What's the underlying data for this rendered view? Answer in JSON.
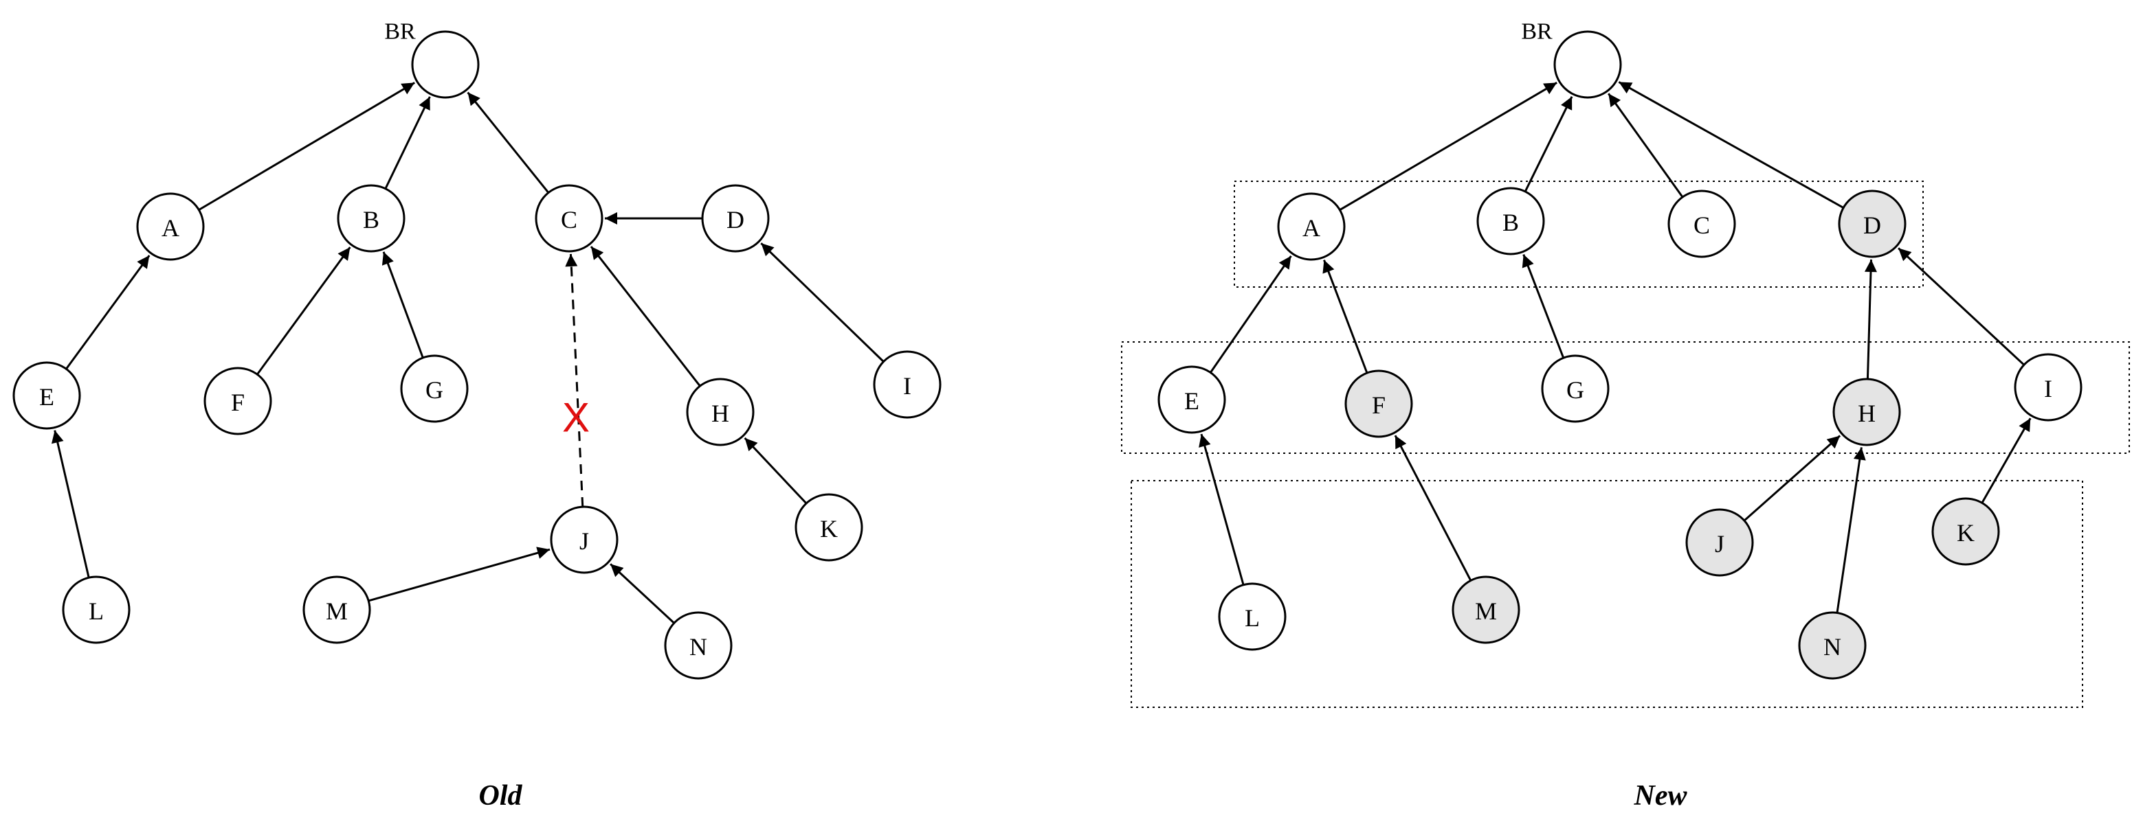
{
  "panels": [
    {
      "id": "old",
      "title": "Old",
      "root_label": "BR",
      "nodes": [
        {
          "id": "BR",
          "label": "",
          "shaded": false
        },
        {
          "id": "A",
          "label": "A",
          "shaded": false
        },
        {
          "id": "B",
          "label": "B",
          "shaded": false
        },
        {
          "id": "C",
          "label": "C",
          "shaded": false
        },
        {
          "id": "D",
          "label": "D",
          "shaded": false
        },
        {
          "id": "E",
          "label": "E",
          "shaded": false
        },
        {
          "id": "F",
          "label": "F",
          "shaded": false
        },
        {
          "id": "G",
          "label": "G",
          "shaded": false
        },
        {
          "id": "H",
          "label": "H",
          "shaded": false
        },
        {
          "id": "I",
          "label": "I",
          "shaded": false
        },
        {
          "id": "J",
          "label": "J",
          "shaded": false
        },
        {
          "id": "K",
          "label": "K",
          "shaded": false
        },
        {
          "id": "L",
          "label": "L",
          "shaded": false
        },
        {
          "id": "M",
          "label": "M",
          "shaded": false
        },
        {
          "id": "N",
          "label": "N",
          "shaded": false
        }
      ],
      "edges": [
        {
          "from": "A",
          "to": "BR",
          "style": "solid"
        },
        {
          "from": "B",
          "to": "BR",
          "style": "solid"
        },
        {
          "from": "C",
          "to": "BR",
          "style": "solid"
        },
        {
          "from": "D",
          "to": "C",
          "style": "solid"
        },
        {
          "from": "E",
          "to": "A",
          "style": "solid"
        },
        {
          "from": "F",
          "to": "B",
          "style": "solid"
        },
        {
          "from": "G",
          "to": "B",
          "style": "solid"
        },
        {
          "from": "H",
          "to": "C",
          "style": "solid"
        },
        {
          "from": "I",
          "to": "D",
          "style": "solid"
        },
        {
          "from": "J",
          "to": "C",
          "style": "dashed",
          "broken": true,
          "break_mark": "X"
        },
        {
          "from": "K",
          "to": "H",
          "style": "solid"
        },
        {
          "from": "L",
          "to": "E",
          "style": "solid"
        },
        {
          "from": "M",
          "to": "J",
          "style": "solid"
        },
        {
          "from": "N",
          "to": "J",
          "style": "solid"
        }
      ]
    },
    {
      "id": "new",
      "title": "New",
      "root_label": "BR",
      "nodes": [
        {
          "id": "BR",
          "label": "",
          "shaded": false
        },
        {
          "id": "A",
          "label": "A",
          "shaded": false
        },
        {
          "id": "B",
          "label": "B",
          "shaded": false
        },
        {
          "id": "C",
          "label": "C",
          "shaded": false
        },
        {
          "id": "D",
          "label": "D",
          "shaded": true
        },
        {
          "id": "E",
          "label": "E",
          "shaded": false
        },
        {
          "id": "F",
          "label": "F",
          "shaded": true
        },
        {
          "id": "G",
          "label": "G",
          "shaded": false
        },
        {
          "id": "H",
          "label": "H",
          "shaded": true
        },
        {
          "id": "I",
          "label": "I",
          "shaded": false
        },
        {
          "id": "J",
          "label": "J",
          "shaded": true
        },
        {
          "id": "K",
          "label": "K",
          "shaded": true
        },
        {
          "id": "L",
          "label": "L",
          "shaded": false
        },
        {
          "id": "M",
          "label": "M",
          "shaded": true
        },
        {
          "id": "N",
          "label": "N",
          "shaded": true
        }
      ],
      "edges": [
        {
          "from": "A",
          "to": "BR",
          "style": "solid"
        },
        {
          "from": "B",
          "to": "BR",
          "style": "solid"
        },
        {
          "from": "C",
          "to": "BR",
          "style": "solid"
        },
        {
          "from": "D",
          "to": "BR",
          "style": "solid"
        },
        {
          "from": "E",
          "to": "A",
          "style": "solid"
        },
        {
          "from": "F",
          "to": "A",
          "style": "solid"
        },
        {
          "from": "G",
          "to": "B",
          "style": "solid"
        },
        {
          "from": "H",
          "to": "D",
          "style": "solid"
        },
        {
          "from": "I",
          "to": "D",
          "style": "solid"
        },
        {
          "from": "J",
          "to": "H",
          "style": "solid"
        },
        {
          "from": "K",
          "to": "I",
          "style": "solid"
        },
        {
          "from": "L",
          "to": "E",
          "style": "solid"
        },
        {
          "from": "M",
          "to": "F",
          "style": "solid"
        },
        {
          "from": "N",
          "to": "H",
          "style": "solid"
        }
      ],
      "levels": [
        {
          "id": "level-1",
          "members": [
            "A",
            "B",
            "C",
            "D"
          ]
        },
        {
          "id": "level-2",
          "members": [
            "E",
            "F",
            "G",
            "H",
            "I"
          ]
        },
        {
          "id": "level-3",
          "members": [
            "L",
            "M",
            "J",
            "N",
            "K"
          ]
        }
      ]
    }
  ],
  "colors": {
    "stroke": "#000000",
    "shaded_fill": "#e4e4e4",
    "node_fill": "#ffffff",
    "break_mark": "#e01010"
  }
}
